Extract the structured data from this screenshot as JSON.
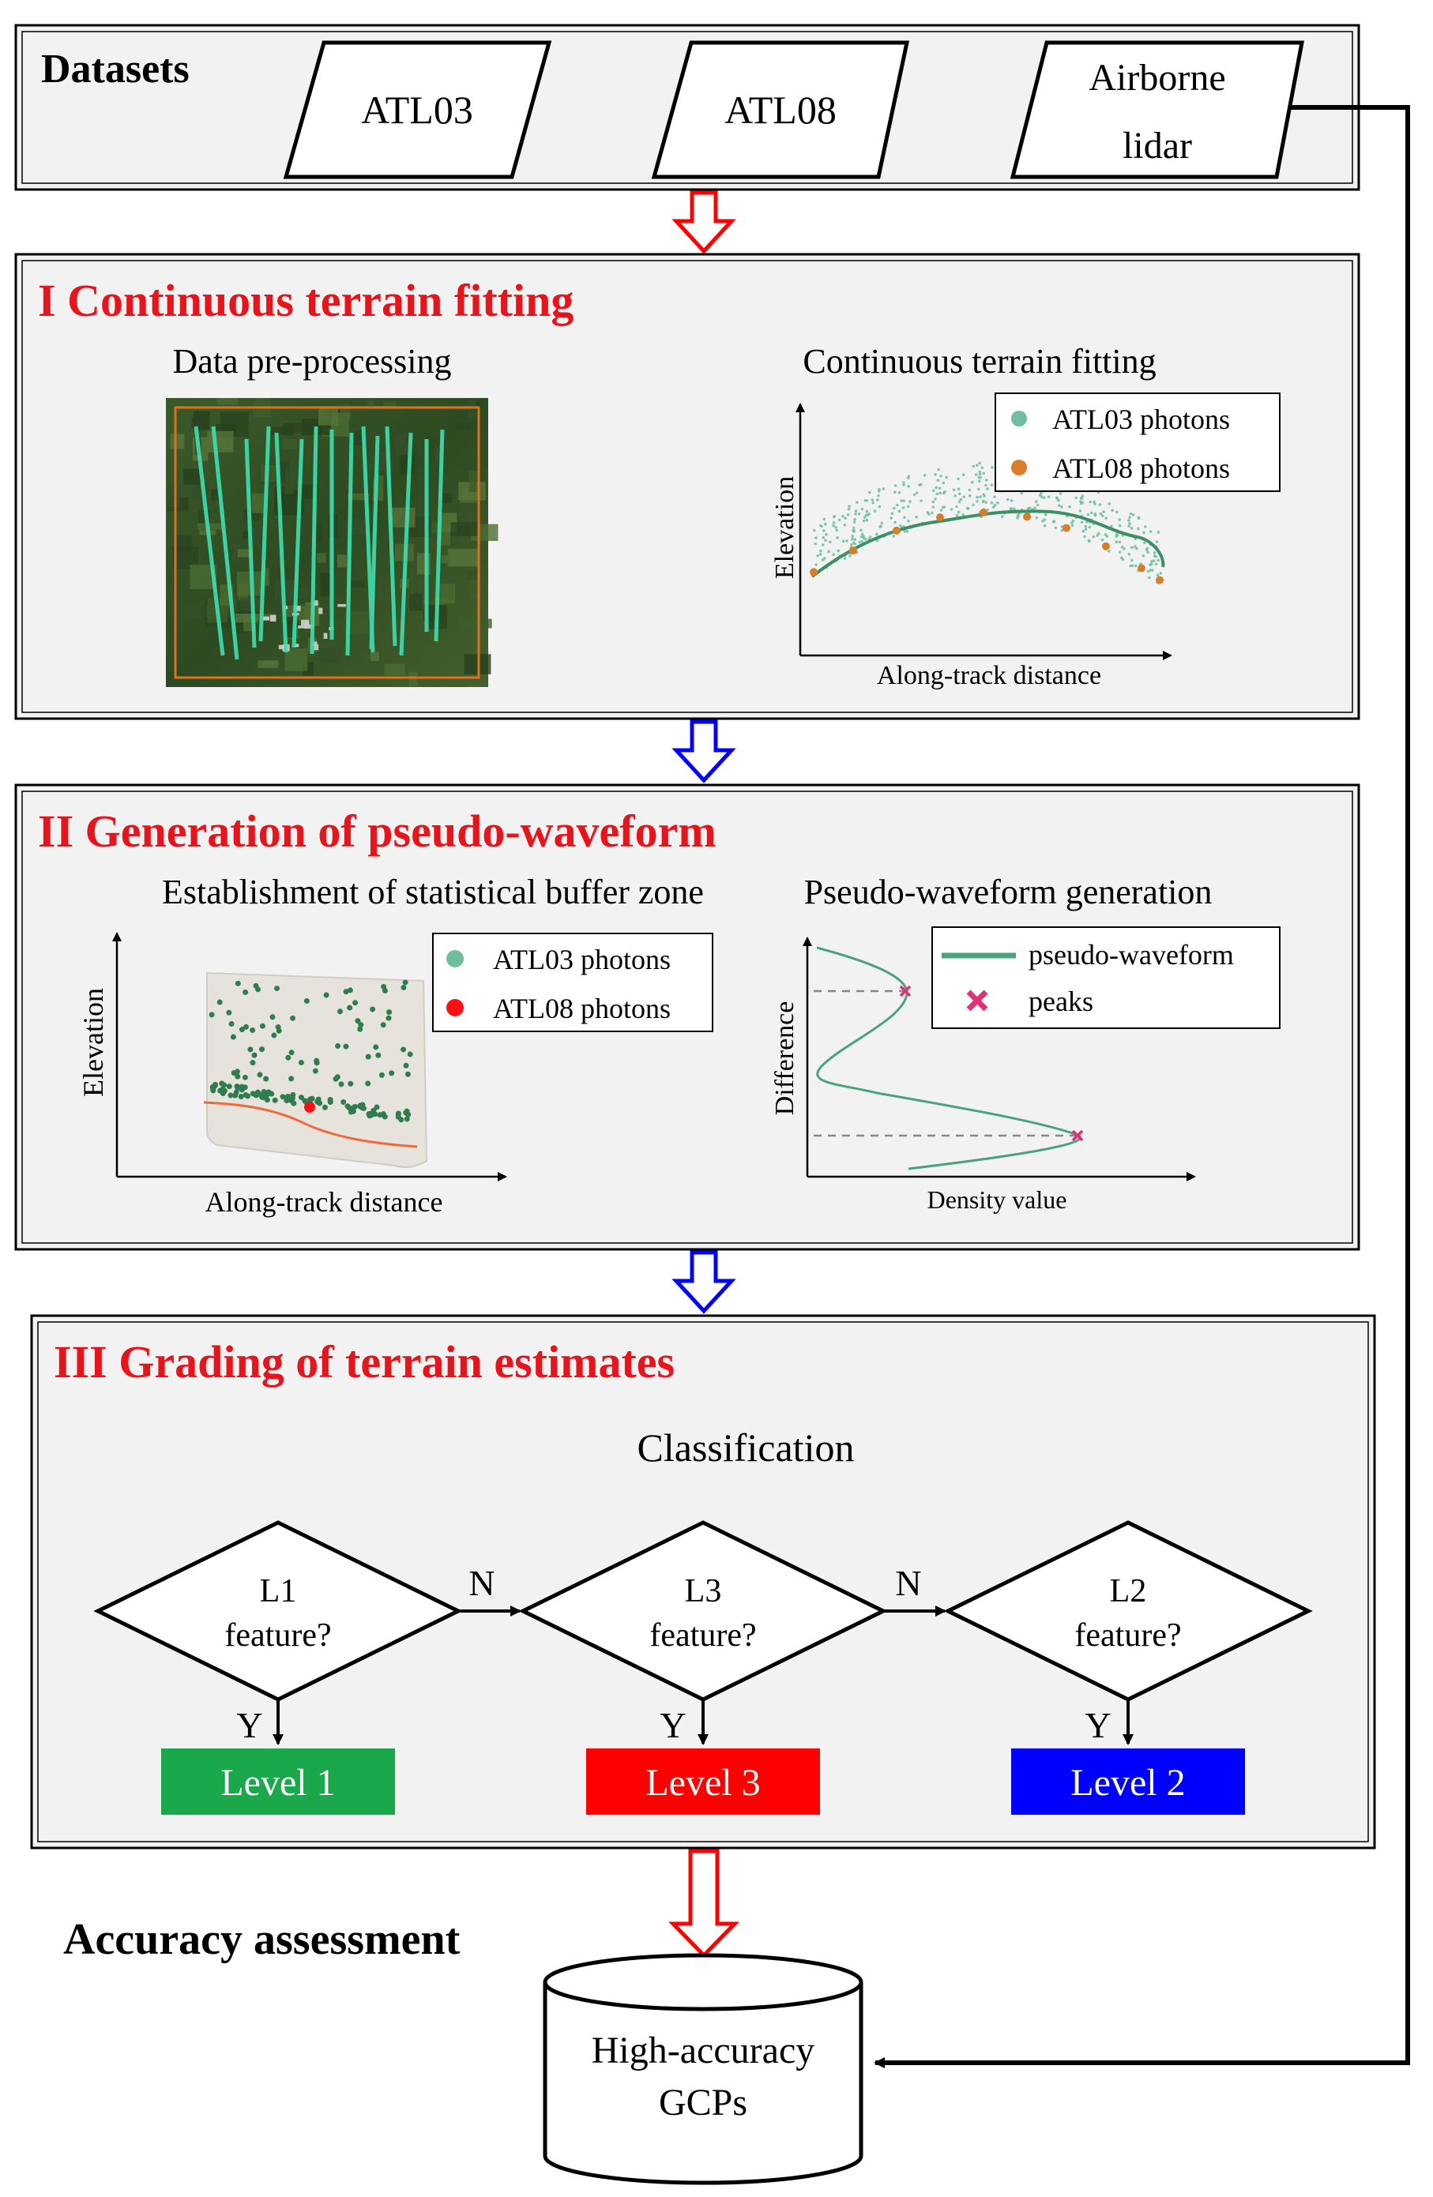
{
  "datasets": {
    "title": "Datasets",
    "items": [
      "ATL03",
      "ATL08"
    ],
    "airborne": [
      "Airborne",
      "lidar"
    ]
  },
  "section1": {
    "title": "I Continuous terrain fitting",
    "left_caption": "Data pre-processing",
    "right_caption": "Continuous terrain fitting",
    "plot": {
      "xlabel": "Along-track distance",
      "ylabel": "Elevation",
      "legend": [
        "ATL03 photons",
        "ATL08 photons"
      ]
    }
  },
  "section2": {
    "title": "II Generation of pseudo-waveform",
    "left_caption": "Establishment of statistical buffer zone",
    "right_caption": "Pseudo-waveform generation",
    "left_plot": {
      "xlabel": "Along-track distance",
      "ylabel": "Elevation",
      "legend": [
        "ATL03 photons",
        "ATL08 photons"
      ]
    },
    "right_plot": {
      "xlabel": "Density value",
      "ylabel": "Difference",
      "legend": [
        "pseudo-waveform",
        "peaks"
      ]
    }
  },
  "section3": {
    "title": "III Grading of terrain estimates",
    "subtitle": "Classification",
    "decisions": [
      {
        "line1": "L1",
        "line2": "feature?"
      },
      {
        "line1": "L3",
        "line2": "feature?"
      },
      {
        "line1": "L2",
        "line2": "feature?"
      }
    ],
    "no_label": "N",
    "yes_label": "Y",
    "levels": [
      {
        "label": "Level 1",
        "color": "#1aa84b"
      },
      {
        "label": "Level 3",
        "color": "#ff0000"
      },
      {
        "label": "Level 2",
        "color": "#0000ff"
      }
    ]
  },
  "accuracy": {
    "title": "Accuracy assessment",
    "db_line1": "High-accuracy",
    "db_line2": "GCPs"
  },
  "colors": {
    "section_title": "#e8141b",
    "panel_fill": "#f2f2f2",
    "atl03": "#6fbf9f",
    "atl08_orange": "#d97d28",
    "atl08_red": "#ff1010",
    "waveform": "#4aa37e",
    "peak": "#e0307a",
    "arrow_red": "#ff0000",
    "arrow_blue": "#0000ff"
  }
}
